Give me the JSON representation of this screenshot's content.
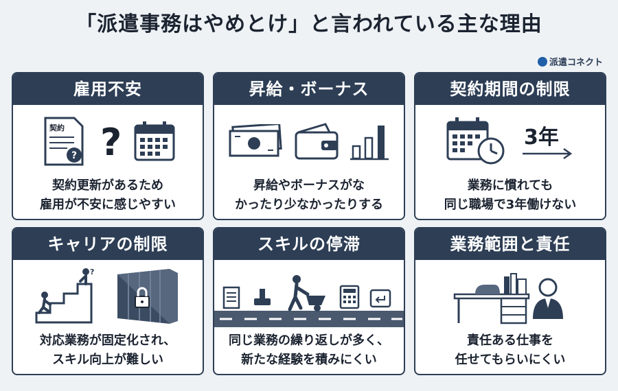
{
  "header": {
    "title": "「派遣事務はやめとけ」と言われている主な理由",
    "logo_text": "派遣コネクト"
  },
  "cards": [
    {
      "title": "雇用不安",
      "lines": [
        "契約更新があるため",
        "雇用が不安に感じやすい"
      ],
      "icon_label": "契約"
    },
    {
      "title": "昇給・ボーナス",
      "lines": [
        "昇給やボーナスがな",
        "かったり少なかったりする"
      ]
    },
    {
      "title": "契約期間の制限",
      "lines": [
        "業務に慣れても",
        "同じ職場で3年働けない"
      ],
      "icon_label": "3年"
    },
    {
      "title": "キャリアの制限",
      "lines": [
        "対応業務が固定化され、",
        "スキル向上が難しい"
      ]
    },
    {
      "title": "スキルの停滞",
      "lines": [
        "同じ業務の繰り返しが多く、",
        "新たな経験を積みにくい"
      ]
    },
    {
      "title": "業務範囲と責任",
      "lines": [
        "責任ある仕事を",
        "任せてもらいにくい"
      ]
    }
  ],
  "colors": {
    "header_bg": "#2d3e55",
    "background": "#eef2f5"
  }
}
